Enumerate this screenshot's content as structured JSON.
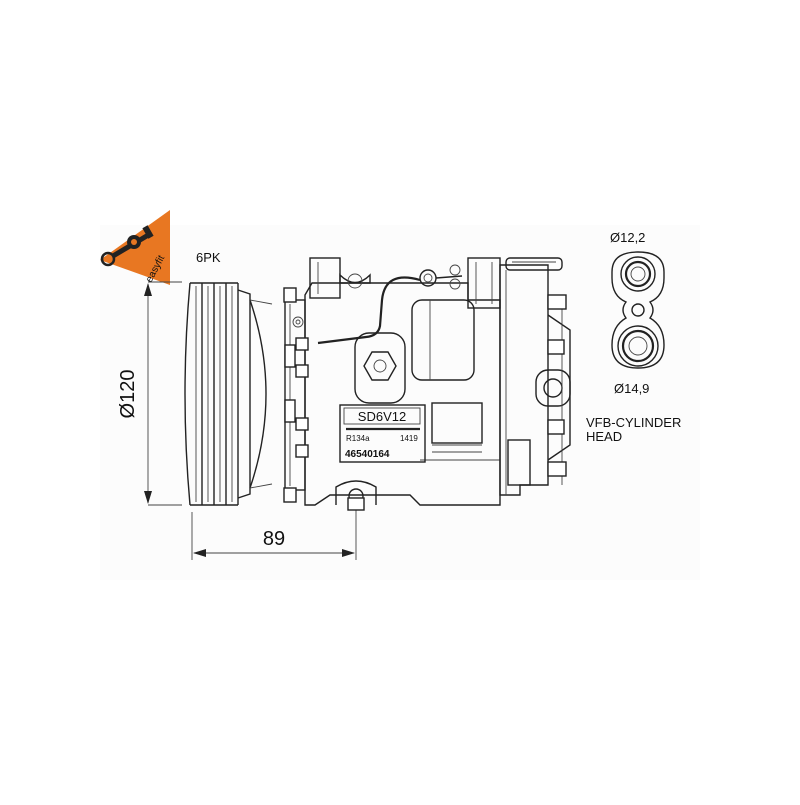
{
  "brand": {
    "logo_text": "easyfit",
    "logo_color": "#E87722"
  },
  "pulley": {
    "belt_label": "6PK",
    "diameter_label": "Ø120"
  },
  "dimension": {
    "depth_label": "89"
  },
  "plate": {
    "model": "SD6V12",
    "refrigerant": "R134a",
    "code": "1419",
    "part_number": "46540164"
  },
  "orings": {
    "small_label": "Ø12,2",
    "large_label": "Ø14,9"
  },
  "head_type": {
    "line1": "VFB-CYLINDER",
    "line2": "HEAD"
  }
}
